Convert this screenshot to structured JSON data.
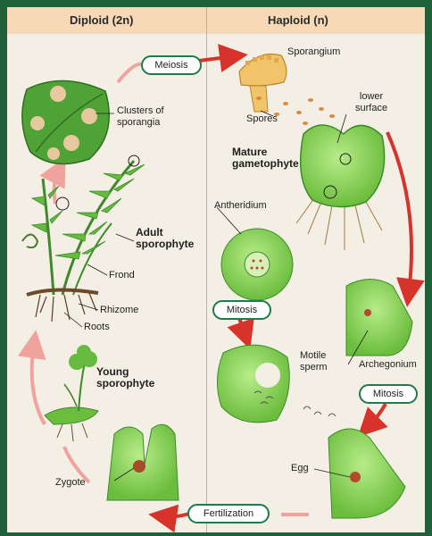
{
  "headers": {
    "diploid": "Diploid (2n)",
    "haploid": "Haploid (n)"
  },
  "process_labels": {
    "meiosis": "Meiosis",
    "mitosis_left": "Mitosis",
    "mitosis_right": "Mitosis",
    "fertilization": "Fertilization"
  },
  "labels": {
    "sporangium": "Sporangium",
    "spores": "Spores",
    "lower_surface": "lower\nsurface",
    "clusters": "Clusters of\nsporangia",
    "mature_gametophyte": "Mature\ngametophyte",
    "adult_sporophyte": "Adult\nsporophyte",
    "antheridium": "Antheridium",
    "frond": "Frond",
    "rhizome": "Rhizome",
    "roots": "Roots",
    "young_sporophyte": "Young\nsporophyte",
    "motile_sperm": "Motile\nsperm",
    "archegonium": "Archegonium",
    "egg": "Egg",
    "zygote": "Zygote"
  },
  "colors": {
    "arrow": "#d8332b",
    "pill_border": "#1f7a4c",
    "cell": "#8fd65a",
    "cell_dark": "#5fae3a",
    "nucleus": "#b44a2a",
    "spore": "#d98a3a"
  }
}
